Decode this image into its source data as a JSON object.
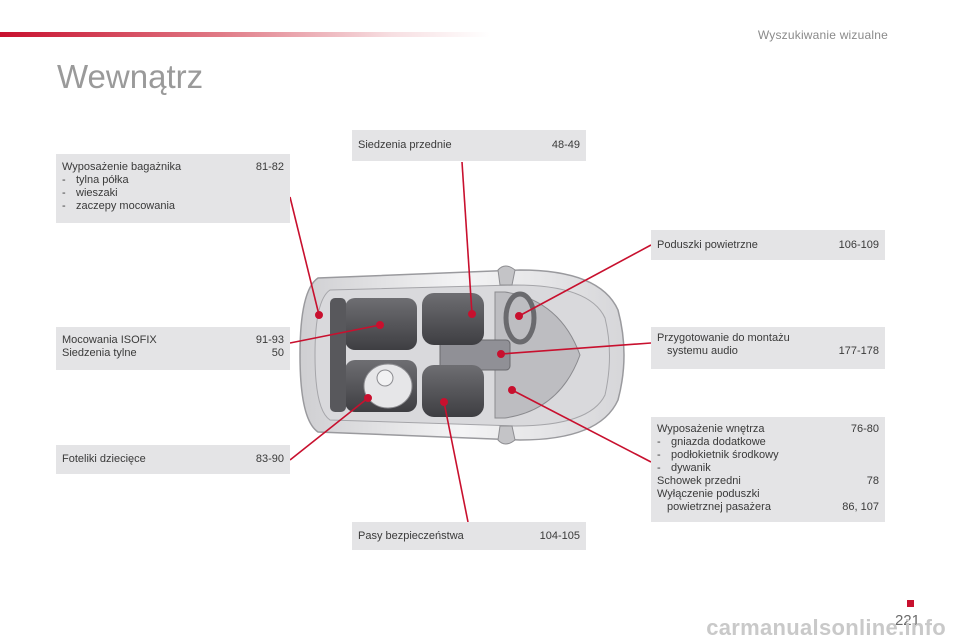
{
  "header": {
    "section": "Wyszukiwanie wizualne",
    "title": "Wewnątrz"
  },
  "boxes": {
    "trunk": {
      "label": "Wyposażenie bagażnika",
      "pages": "81-82",
      "items": [
        "tylna półka",
        "wieszaki",
        "zaczepy mocowania"
      ]
    },
    "isofix": {
      "rows": [
        {
          "label": "Mocowania ISOFIX",
          "pages": "91-93"
        },
        {
          "label": "Siedzenia tylne",
          "pages": "50"
        }
      ]
    },
    "child_seats": {
      "label": "Foteliki dziecięce",
      "pages": "83-90"
    },
    "front_seats": {
      "label": "Siedzenia przednie",
      "pages": "48-49"
    },
    "seat_belts": {
      "label": "Pasy bezpieczeństwa",
      "pages": "104-105"
    },
    "airbags": {
      "label": "Poduszki powietrzne",
      "pages": "106-109"
    },
    "audio": {
      "label_line1": "Przygotowanie do montażu",
      "label_line2": "systemu audio",
      "pages": "177-178"
    },
    "interior": {
      "label": "Wyposażenie wnętrza",
      "pages": "76-80",
      "items": [
        "gniazda dodatkowe",
        "podłokietnik środkowy",
        "dywanik"
      ],
      "glovebox": {
        "label": "Schowek przedni",
        "pages": "78"
      },
      "airbag_off": {
        "label_line1": "Wyłączenie poduszki",
        "label_line2": "powietrznej pasażera",
        "pages": "86, 107"
      }
    }
  },
  "footer": {
    "page_number": "221",
    "watermark": "carmanualsonline.info"
  },
  "colors": {
    "accent": "#c8102e",
    "box_bg": "#e4e4e6",
    "title": "#9a9a9a"
  }
}
